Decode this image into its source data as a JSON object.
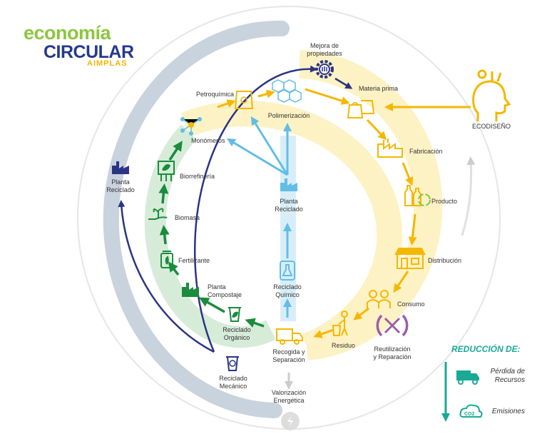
{
  "logo": {
    "line1": "economía",
    "line2": "CIRCULAR",
    "line3": "AIMPLAS"
  },
  "nodes": {
    "mejora": [
      "Mejora de",
      "propiedades"
    ],
    "materia_prima": [
      "Materia prima"
    ],
    "petroquimica": [
      "Petroquímica"
    ],
    "polimerizacion": [
      "Polimerización"
    ],
    "monomeros": [
      "Monómeros"
    ],
    "biorrefineria": [
      "Biorrefinería"
    ],
    "biomasa": [
      "Biomasa"
    ],
    "fertilizante": [
      "Fertilizante"
    ],
    "planta_compostaje": [
      "Planta",
      "Compostaje"
    ],
    "reciclado_organico": [
      "Reciclado",
      "Orgánico"
    ],
    "reciclado_mecanico": [
      "Reciclado",
      "Mecánico"
    ],
    "planta_reciclado_left": [
      "Planta",
      "Reciclado"
    ],
    "planta_reciclado_center": [
      "Planta",
      "Reciclado"
    ],
    "reciclado_quimico": [
      "Reciclado",
      "Químico"
    ],
    "recogida": [
      "Recogida y",
      "Separación"
    ],
    "valorizacion": [
      "Valorización",
      "Energética"
    ],
    "residuo": [
      "Residuo"
    ],
    "reutilizacion": [
      "Reutilización",
      "y Reparación"
    ],
    "consumo": [
      "Consumo"
    ],
    "distribucion": [
      "Distribución"
    ],
    "producto": [
      "Producto"
    ],
    "fabricacion": [
      "Fabricación"
    ],
    "ecodiseno": [
      "ECODISEÑO"
    ]
  },
  "reduccion": {
    "title": "REDUCCIÓN DE:",
    "items": [
      {
        "label": [
          "Pérdida de",
          "Recursos"
        ],
        "icon": "truck-icon"
      },
      {
        "label": [
          "Emisiones"
        ],
        "icon": "co2-cloud-icon",
        "badge": "CO2"
      }
    ]
  },
  "colors": {
    "yellow": "#f5b700",
    "yellow_band": "#fdf2c4",
    "green": "#1a8c3c",
    "green_band": "#d6ecd9",
    "blue": "#63bde6",
    "blue_band": "#d7eef9",
    "navy": "#2b3484",
    "grey_band": "#c9d3de",
    "teal": "#19a997",
    "purple": "#9b5ea8",
    "outer_ring": "#e8e8e8"
  }
}
